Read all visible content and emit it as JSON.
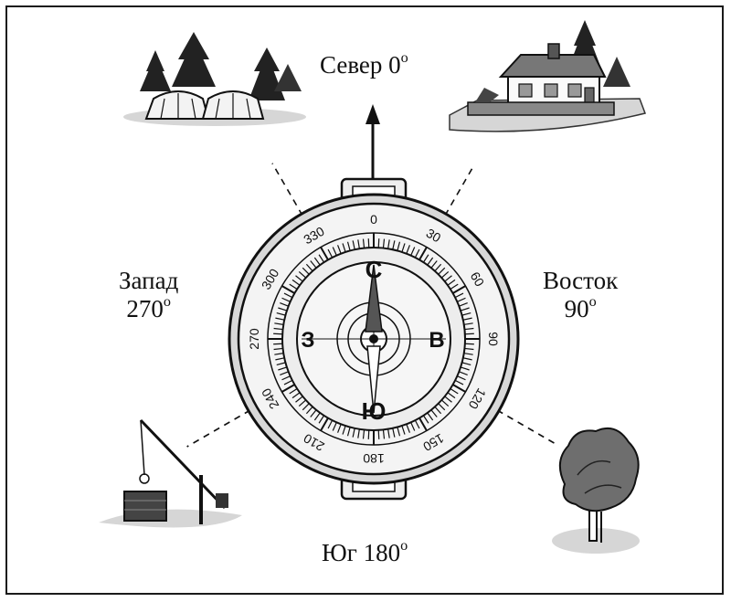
{
  "directions": {
    "north": {
      "name": "Север",
      "degrees": "0",
      "deg_symbol": "o"
    },
    "east": {
      "name": "Восток",
      "degrees": "90",
      "deg_symbol": "o"
    },
    "south": {
      "name": "Юг",
      "degrees": "180",
      "deg_symbol": "o"
    },
    "west": {
      "name": "Запад",
      "degrees": "270",
      "deg_symbol": "o"
    }
  },
  "compass": {
    "cardinal_letters": {
      "north": "С",
      "east": "В",
      "south": "Ю",
      "west": "З"
    },
    "dial_labels": [
      "0",
      "30",
      "60",
      "90",
      "120",
      "150",
      "180",
      "210",
      "240",
      "270",
      "300",
      "330"
    ]
  },
  "landmarks": [
    {
      "name": "tent-camp",
      "bearing_deg": 330
    },
    {
      "name": "house",
      "bearing_deg": 30
    },
    {
      "name": "tree",
      "bearing_deg": 120
    },
    {
      "name": "well",
      "bearing_deg": 240
    }
  ],
  "colors": {
    "ink": "#111111",
    "dial_face": "#f2f2f2",
    "needle_dark": "#555555",
    "ground": "#dcdcdc"
  }
}
